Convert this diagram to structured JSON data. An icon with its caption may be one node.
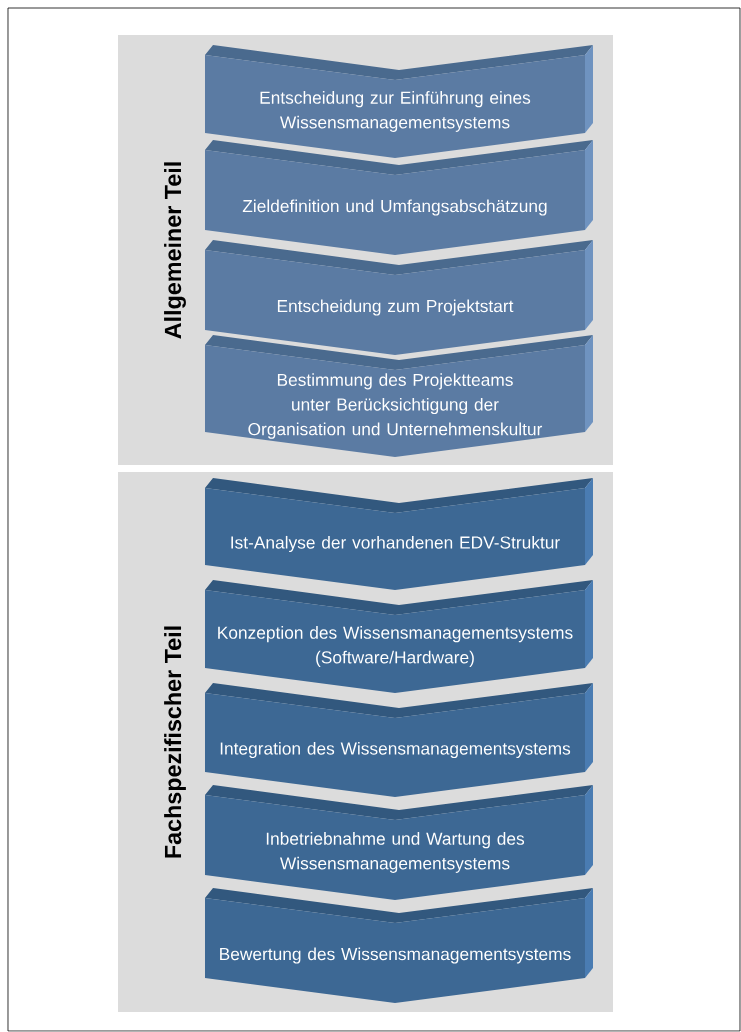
{
  "diagram": {
    "nodes": [
      {
        "text": [
          "Allgemeiner Teil"
        ]
      },
      {
        "text": [
          "Entscheidung zur Einführung eines Wissensmanagementsystems"
        ],
        "in": 0
      },
      {
        "text": [
          "Zieldefinition und Umfangsabschätzung"
        ],
        "in": 0
      },
      {
        "text": [
          "Entscheidung zum Projektstart"
        ],
        "in": 0
      },
      {
        "text": [
          "Bestimmung des Projektteams unter Berücksichtigung der Organisation und Unternehmenskultur"
        ],
        "in": 0
      },
      {
        "text": [
          "Fachspezifischer Teil"
        ]
      },
      {
        "text": [
          "Ist-Analyse der vorhandenen EDV-Struktur"
        ],
        "in": 5
      },
      {
        "text": [
          "Konzeption des Wissensmanagementsystems (Software/Hardware)"
        ],
        "in": 5
      },
      {
        "text": [
          "Integration des Wissensmanagementsystems"
        ],
        "in": 5
      },
      {
        "text": [
          "Inbetriebnahme und Wartung des Wissensmanagementsystems"
        ],
        "in": 5
      },
      {
        "text": [
          "Bewertung des Wissensmanagementsystems"
        ],
        "in": 5
      }
    ]
  }
}
